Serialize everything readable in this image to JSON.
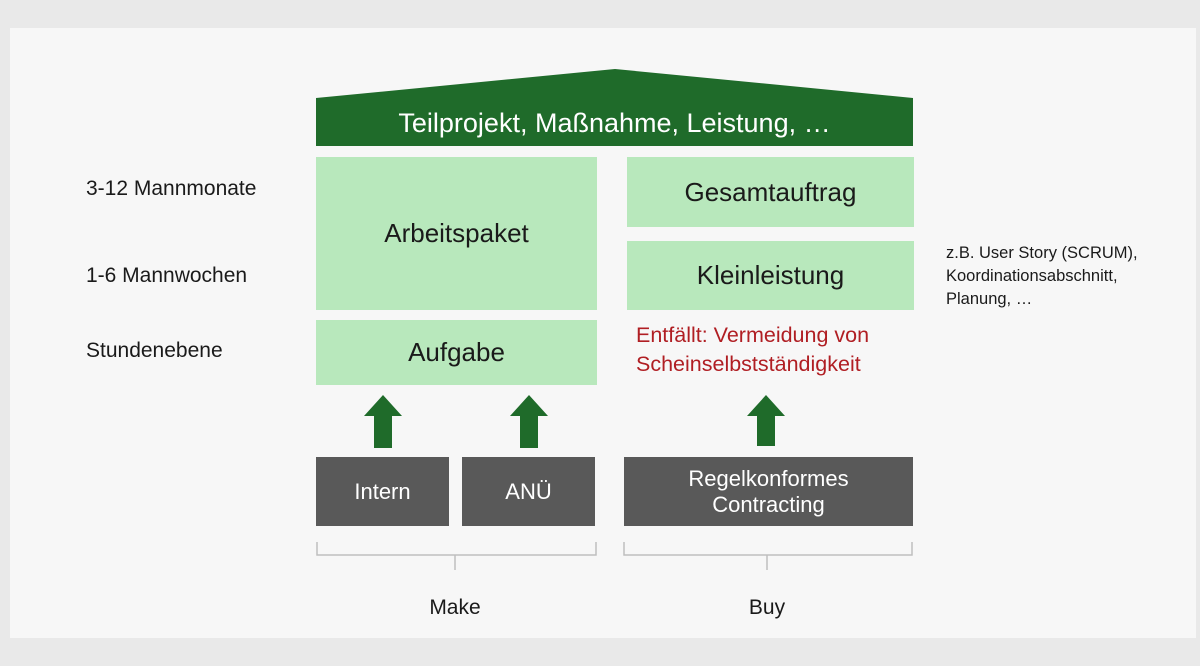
{
  "roof": {
    "title": "Teilprojekt, Maßnahme, Leistung, …",
    "color": "#1f6b2a"
  },
  "levels": {
    "months": "3-12 Mannmonate",
    "weeks": "1-6 Mannwochen",
    "hours": "Stundenebene"
  },
  "make": {
    "work_package": "Arbeitspaket",
    "task": "Aufgabe",
    "source1": "Intern",
    "source2": "ANÜ",
    "caption": "Make"
  },
  "buy": {
    "total_order": "Gesamtauftrag",
    "small_service": "Kleinleistung",
    "dropped": "Entfällt: Vermeidung von\nScheinselbstständigkeit",
    "source": "Regelkonformes\nContracting",
    "caption": "Buy"
  },
  "note": "z.B. User Story (SCRUM),\nKoordinationsabschnitt,\nPlanung, …",
  "colors": {
    "box_green": "#b8e8bc",
    "arrow_green": "#1f6b2a",
    "source_gray": "#595959",
    "warning_red": "#b01e23"
  }
}
